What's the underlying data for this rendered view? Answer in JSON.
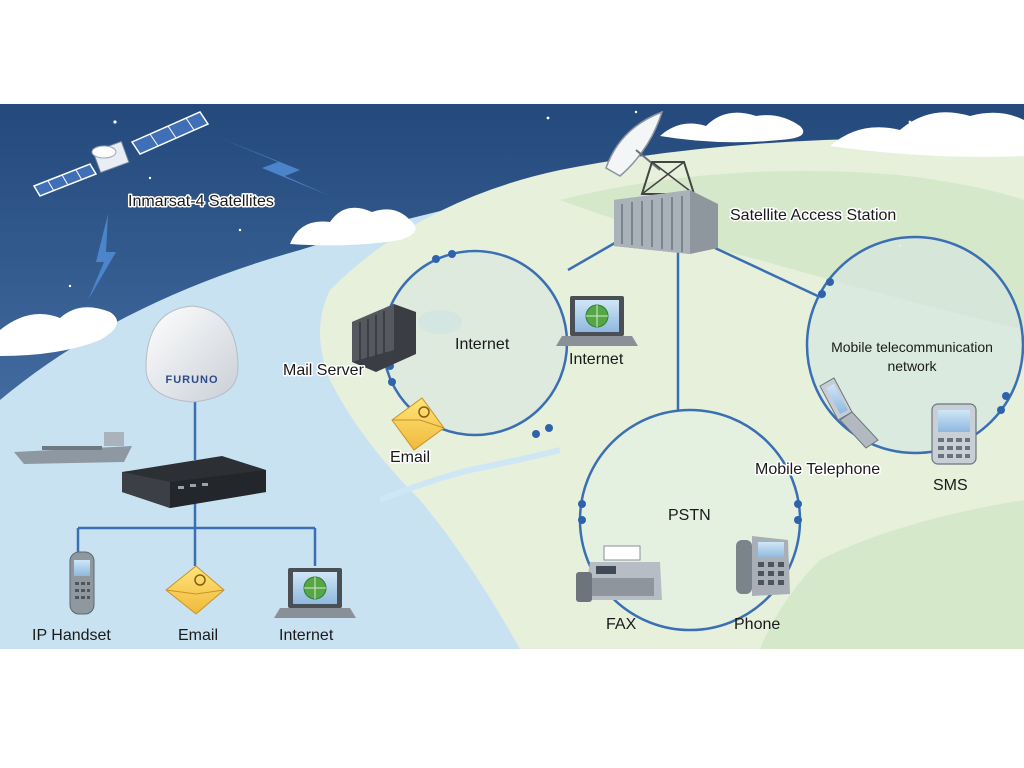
{
  "colors": {
    "sky_top": "#2f5a8e",
    "sky_bottom": "#4f7bb0",
    "ocean": "#cfe6f4",
    "land": "#e7f1dc",
    "land_dark": "#cfe4c4",
    "link": "#3b6fb3",
    "node": "#2f62ad",
    "circle_fill": "#d7e8df"
  },
  "labels": {
    "satellites": "Inmarsat-4 Satellites",
    "access_station": "Satellite Access Station",
    "internet_circle": "Internet",
    "internet_laptop": "Internet",
    "mail_server": "Mail Server",
    "email_circle": "Email",
    "pstn": "PSTN",
    "fax": "FAX",
    "phone": "Phone",
    "mobile_telephone": "Mobile Telephone",
    "mobile_network_line1": "Mobile telecommunication",
    "mobile_network_line2": "network",
    "sms": "SMS",
    "ip_handset": "IP Handset",
    "email_ship": "Email",
    "internet_ship": "Internet",
    "dome_brand": "FURUNO"
  },
  "icons": [
    "satellite-icon",
    "satellite-dish-icon",
    "access-station-building-icon",
    "server-rack-icon",
    "laptop-icon",
    "envelope-icon",
    "fax-machine-icon",
    "desk-phone-icon",
    "flip-phone-icon",
    "smartphone-icon",
    "ip-handset-icon",
    "radome-antenna-icon",
    "terminal-box-icon",
    "ship-icon",
    "cloud-icon"
  ]
}
